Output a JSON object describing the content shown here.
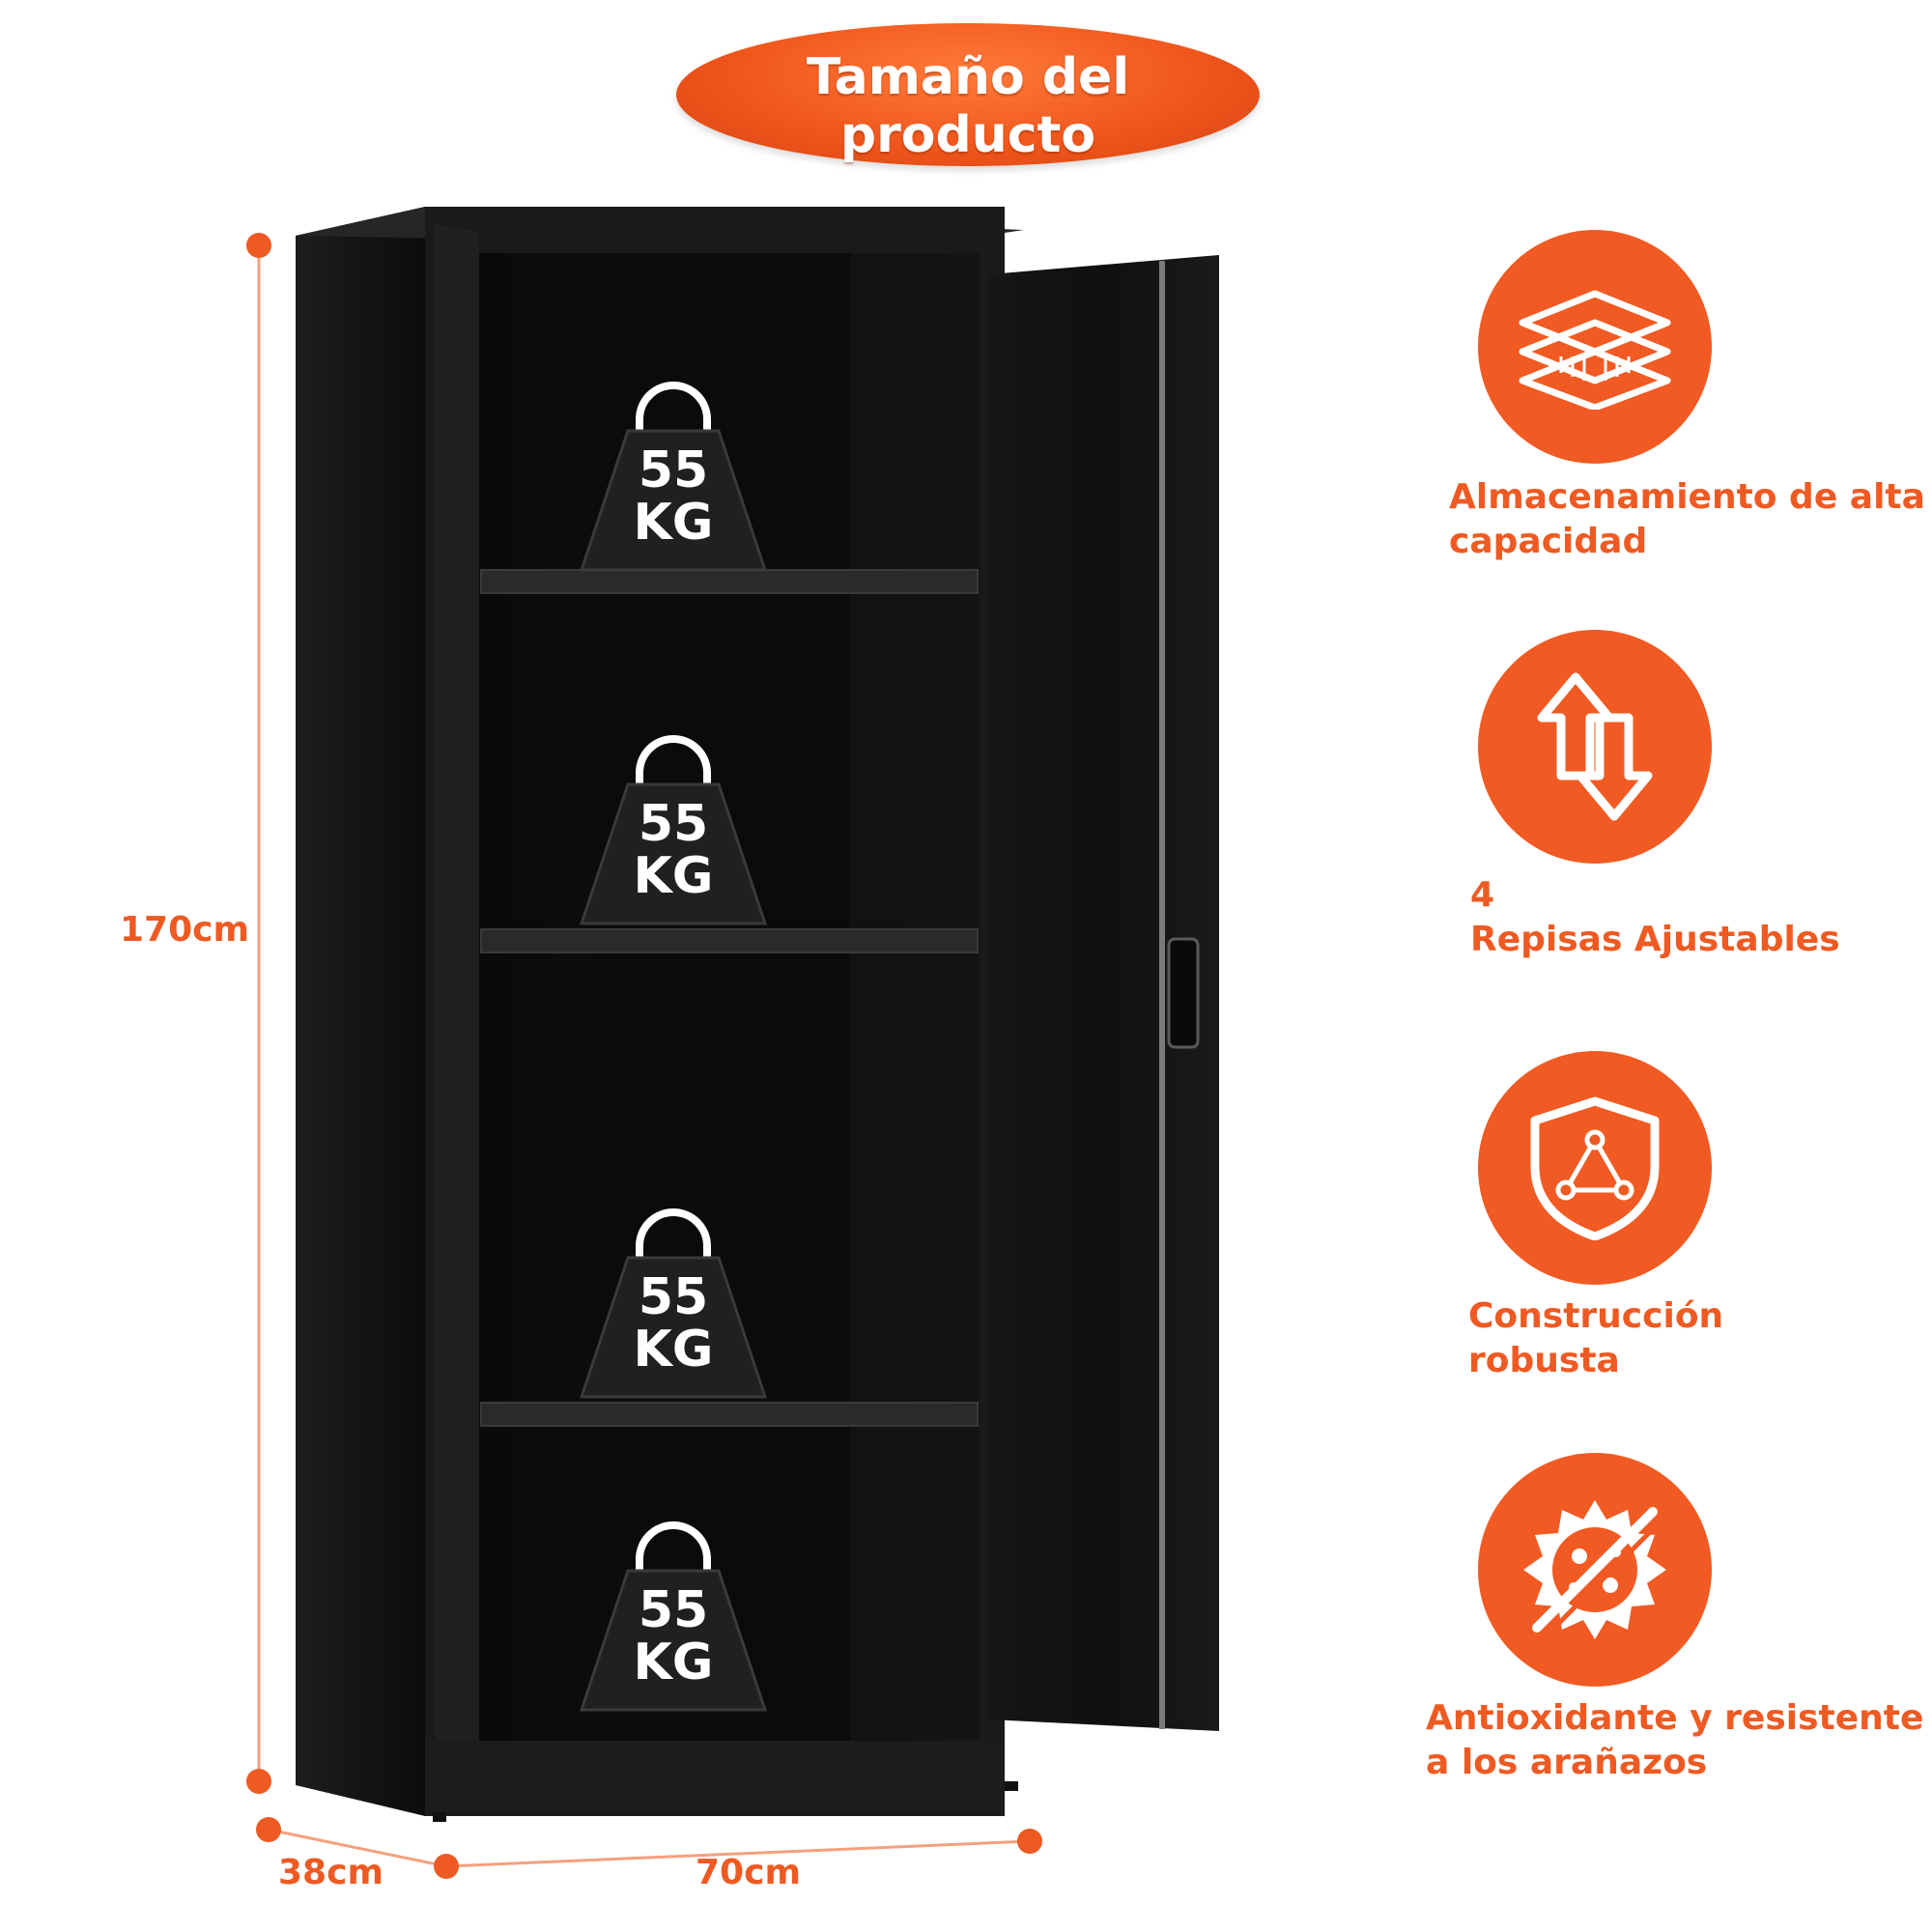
{
  "title": {
    "line1": "Tamaño del",
    "line2": "producto"
  },
  "dimensions": {
    "height": "170cm",
    "depth": "38cm",
    "width": "70cm"
  },
  "shelf_load": {
    "value": "55",
    "unit": "KG",
    "count": 4
  },
  "features": [
    {
      "icon": "layers-icon",
      "line1": "Almacenamiento de alta",
      "line2": "capacidad"
    },
    {
      "icon": "up-down-arrows-icon",
      "line1": "4",
      "line2": "Repisas Ajustables"
    },
    {
      "icon": "shield-icon",
      "line1": "Construcción",
      "line2": "robusta"
    },
    {
      "icon": "anti-rust-gear-icon",
      "line1": "Antioxidante y resistente",
      "line2": "a los arañazos"
    }
  ],
  "colors": {
    "accent": "#f15a22",
    "cabinet": "#121212"
  }
}
